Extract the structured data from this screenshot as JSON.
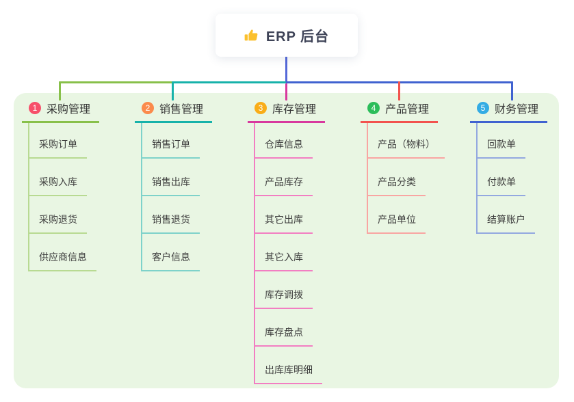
{
  "root": {
    "title": "ERP 后台",
    "icon": "thumbs-up-icon",
    "line_color": "#5468d8",
    "icon_color": "#fbc02d"
  },
  "branches": [
    {
      "num": "1",
      "label": "采购管理",
      "colors": {
        "main": "#88c04a",
        "light": "#b8da92",
        "badge": "#f7506a"
      },
      "children": [
        "采购订单",
        "采购入库",
        "采购退货",
        "供应商信息"
      ]
    },
    {
      "num": "2",
      "label": "销售管理",
      "colors": {
        "main": "#17b2aa",
        "light": "#7ed2ca",
        "badge": "#fb8b4c"
      },
      "children": [
        "销售订单",
        "销售出库",
        "销售退货",
        "客户信息"
      ]
    },
    {
      "num": "3",
      "label": "库存管理",
      "colors": {
        "main": "#d8399e",
        "light": "#f27ec2",
        "badge": "#f9ad18"
      },
      "children": [
        "仓库信息",
        "产品库存",
        "其它出库",
        "其它入库",
        "库存调拨",
        "库存盘点",
        "出库库明细"
      ]
    },
    {
      "num": "4",
      "label": "产品管理",
      "colors": {
        "main": "#f2534e",
        "light": "#f9a5a2",
        "badge": "#2cbd5a"
      },
      "children": [
        "产品（物料）",
        "产品分类",
        "产品单位"
      ]
    },
    {
      "num": "5",
      "label": "财务管理",
      "colors": {
        "main": "#4062d0",
        "light": "#93a8e0",
        "badge": "#34ace4"
      },
      "children": [
        "回款单",
        "付款单",
        "结算账户"
      ]
    }
  ],
  "panel_color": "#e9f6e3"
}
